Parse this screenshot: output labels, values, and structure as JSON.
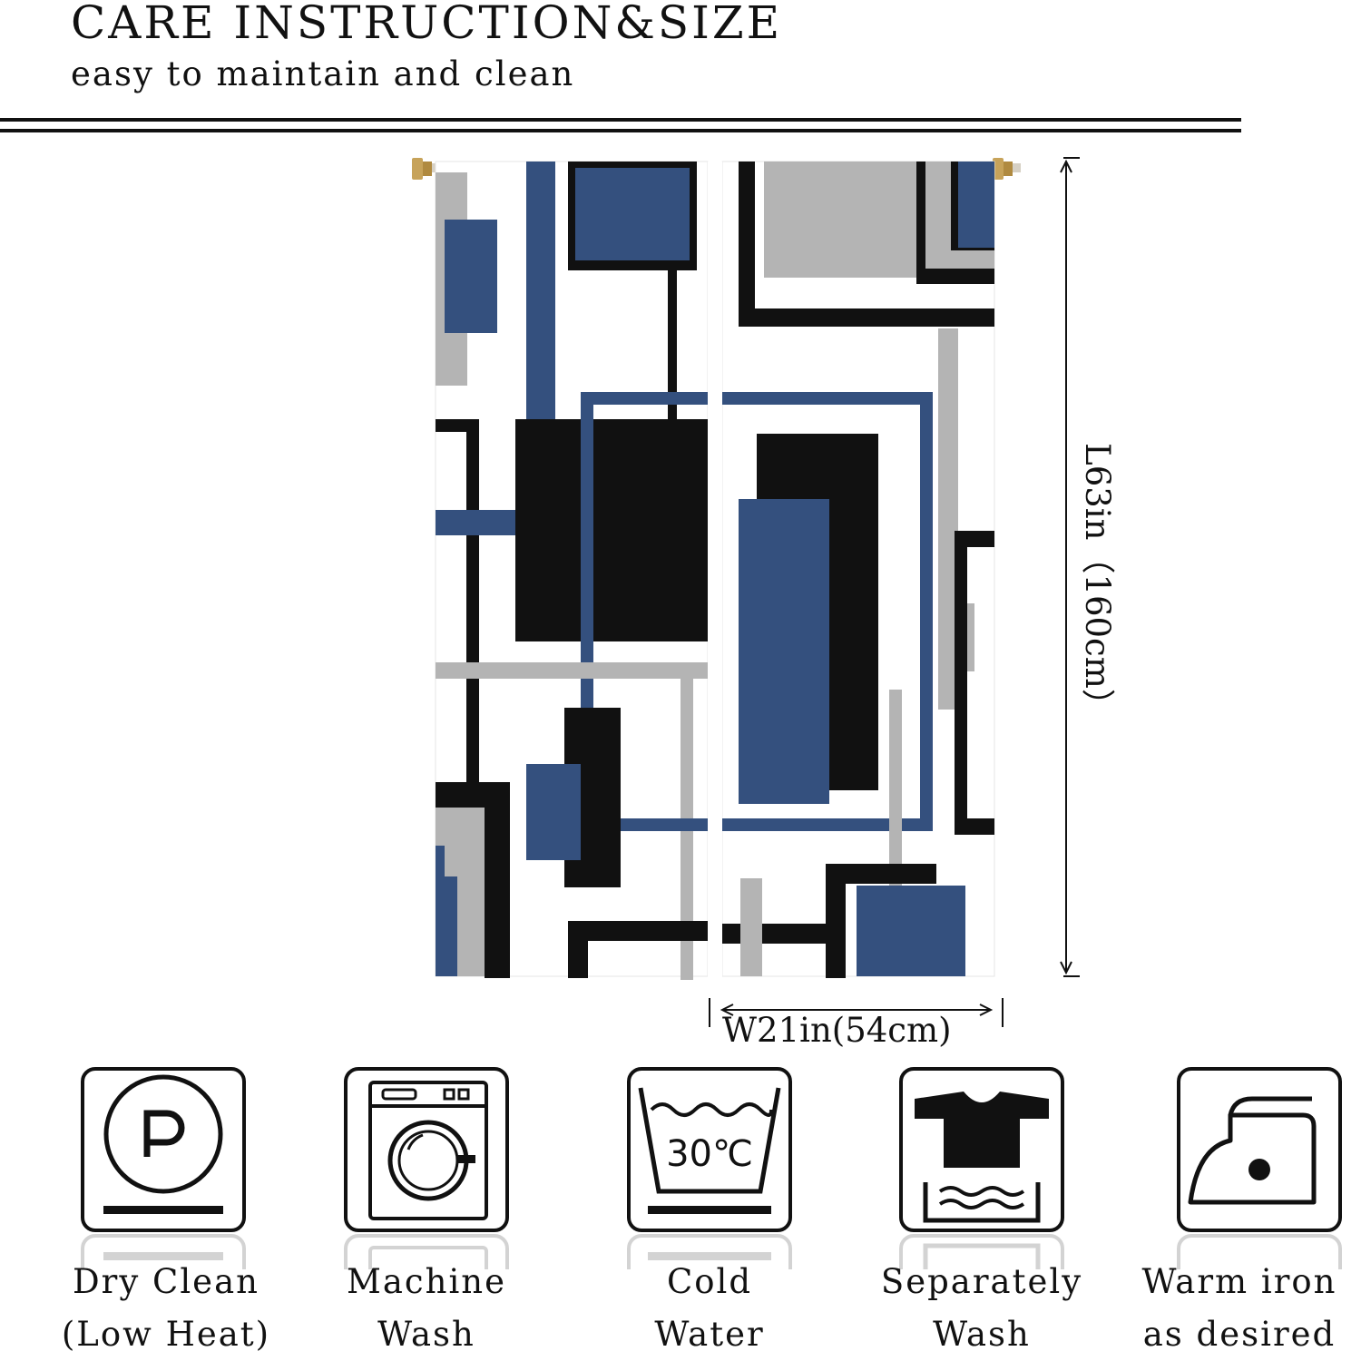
{
  "header": {
    "title": "CARE INSTRUCTION&SIZE",
    "subtitle": "easy to maintain and clean"
  },
  "dimensions": {
    "height_label": "L63in（160cm）",
    "width_label": "W21in(54cm)"
  },
  "colors": {
    "navy": "#34507e",
    "black": "#111111",
    "gray": "#b4b4b4",
    "white": "#ffffff"
  },
  "care_items": [
    {
      "icon": "dry-clean-p-icon",
      "line1": "Dry Clean",
      "line2": "(Low Heat)"
    },
    {
      "icon": "washing-machine-icon",
      "line1": "Machine",
      "line2": "Wash"
    },
    {
      "icon": "wash-tub-icon",
      "line1": "Cold",
      "line2": "Water",
      "temp": "30℃"
    },
    {
      "icon": "separate-wash-shirt-icon",
      "line1": "Separately",
      "line2": "Wash"
    },
    {
      "icon": "iron-icon",
      "line1": "Warm iron",
      "line2": "as desired"
    }
  ]
}
